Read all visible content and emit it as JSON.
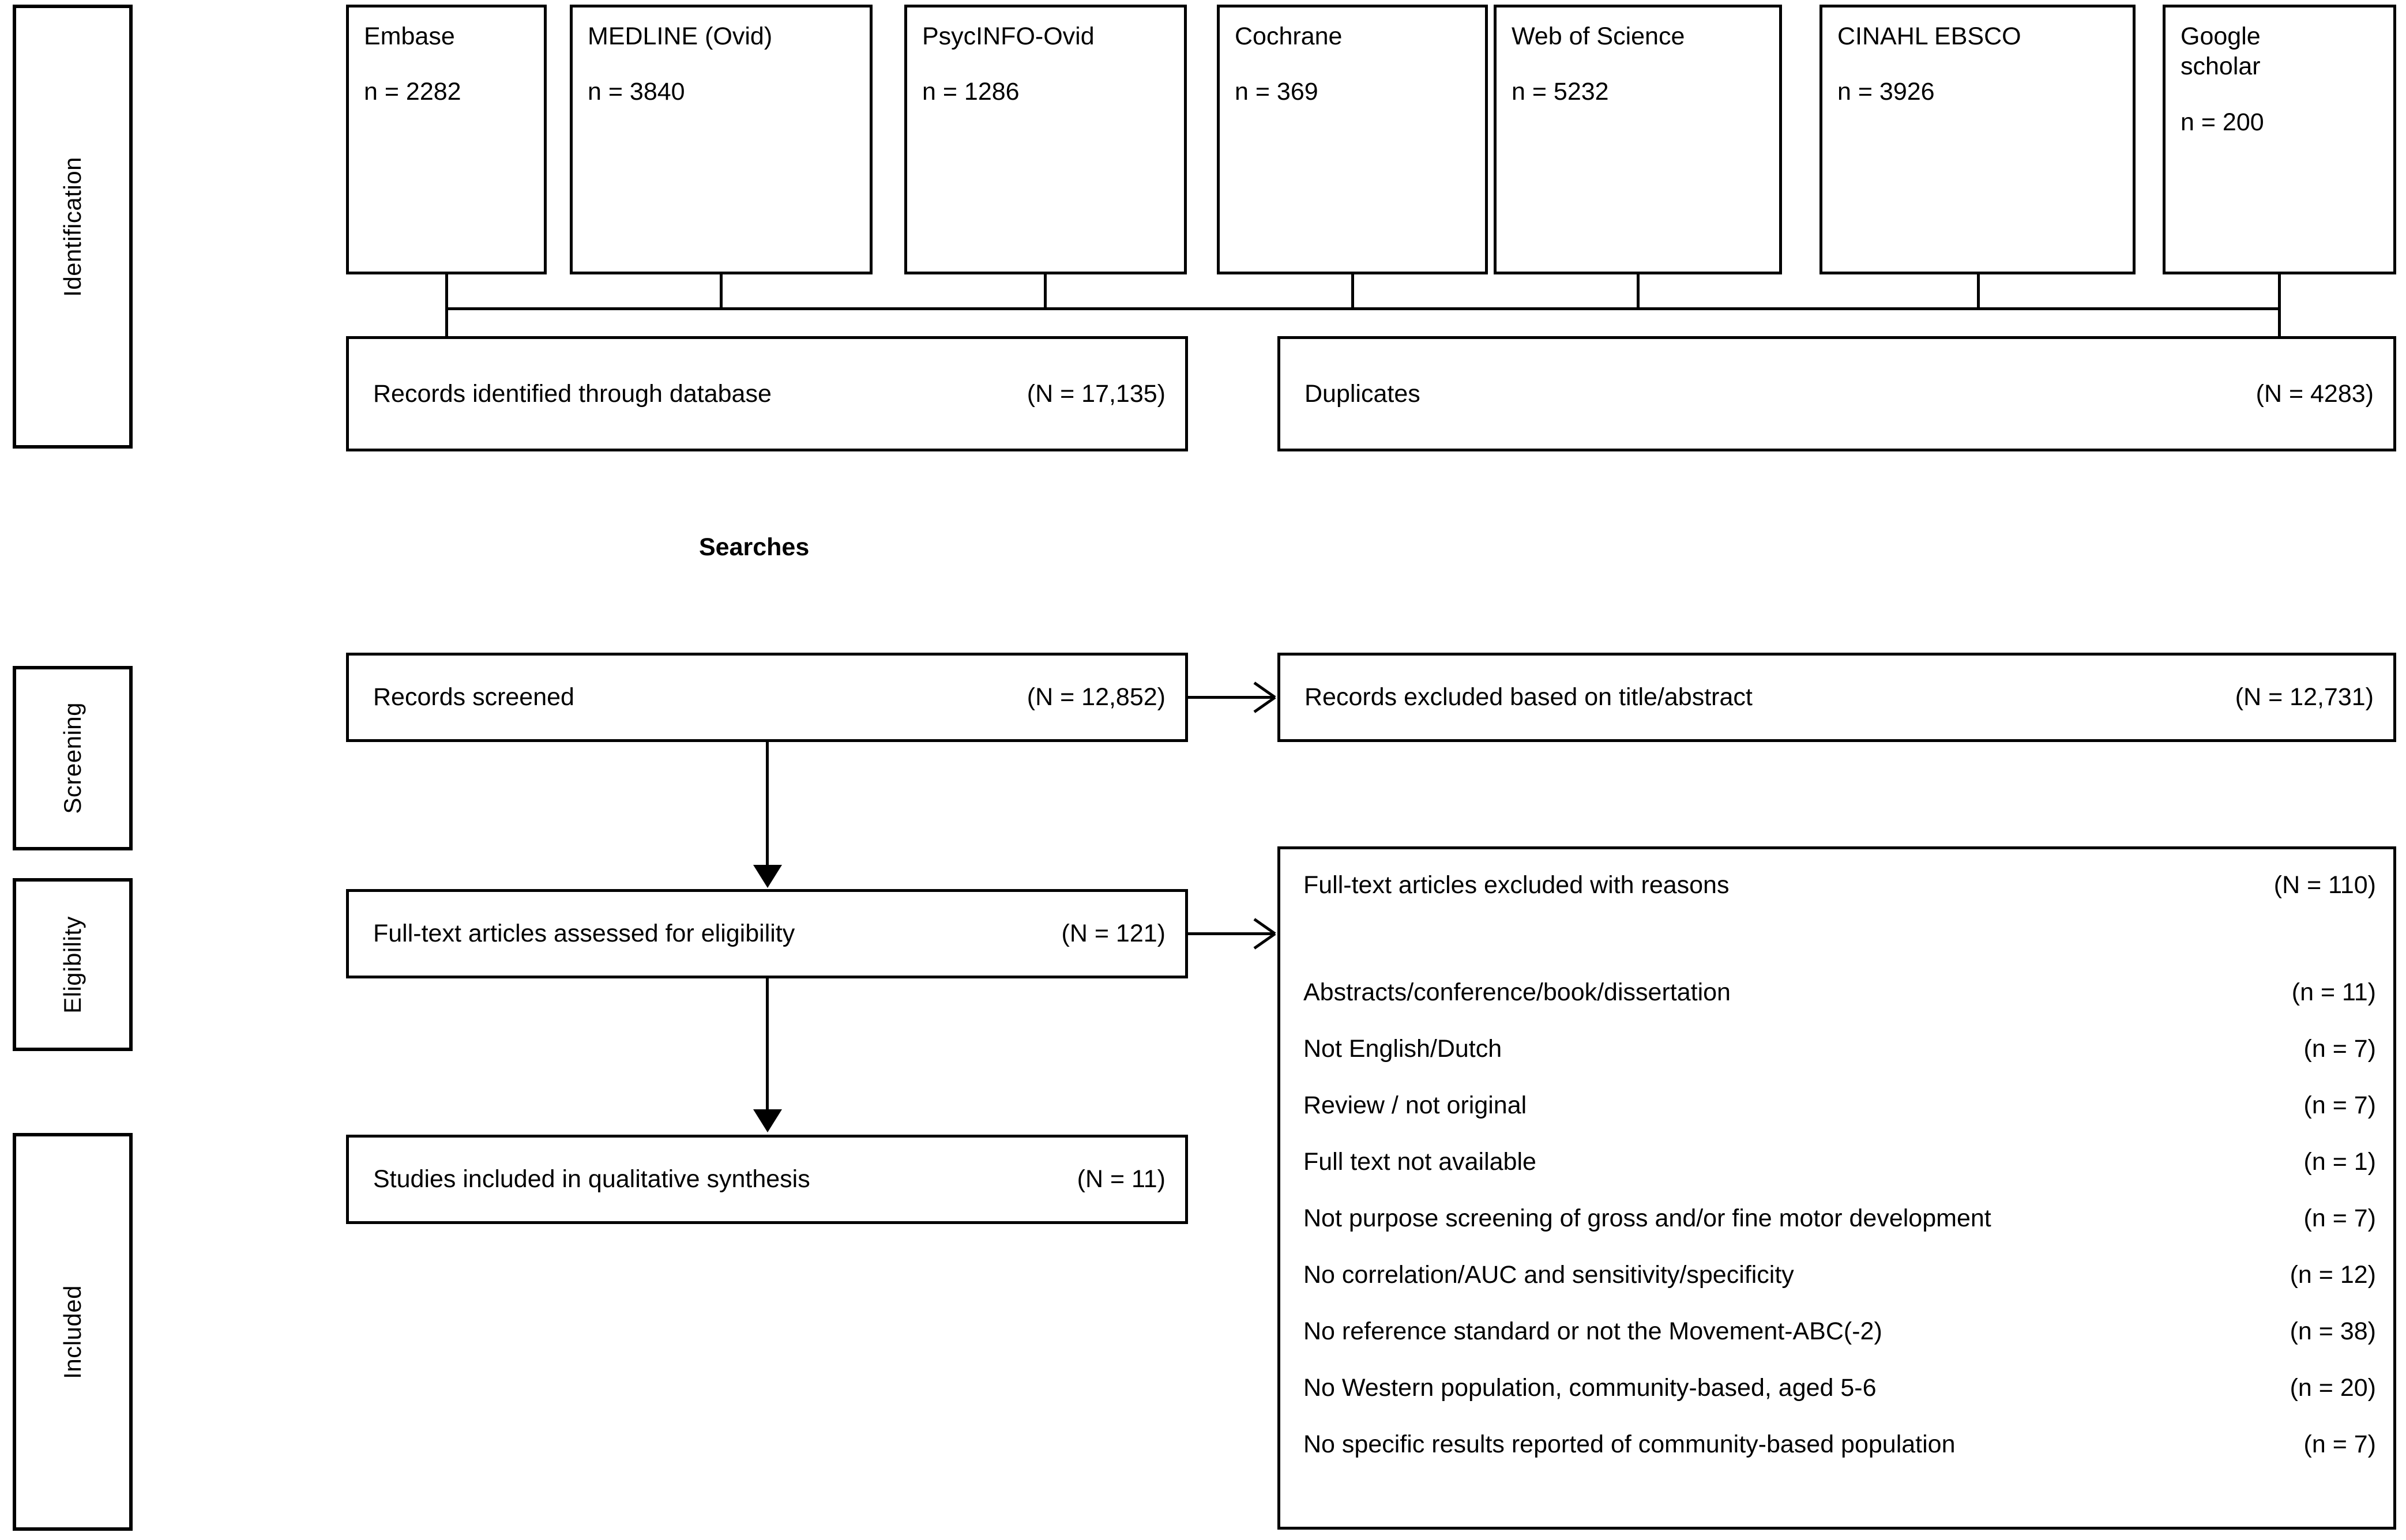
{
  "diagram": {
    "type": "prisma-flow-diagram",
    "caption": "Searches",
    "stages": [
      {
        "key": "identification",
        "label": "Identification"
      },
      {
        "key": "screening",
        "label": "Screening"
      },
      {
        "key": "eligibility",
        "label": "Eligibility"
      },
      {
        "key": "included",
        "label": "Included"
      }
    ],
    "sources": [
      {
        "name": "Embase",
        "count": "n = 2282"
      },
      {
        "name": "MEDLINE (Ovid)",
        "count": "n = 3840"
      },
      {
        "name": "PsycINFO-Ovid",
        "count": "n = 1286"
      },
      {
        "name": "Cochrane",
        "count": "n = 369"
      },
      {
        "name": "Web of Science",
        "count": "n = 5232"
      },
      {
        "name": "CINAHL EBSCO",
        "count": "n = 3926"
      },
      {
        "name": "Google\nscholar",
        "count": "n = 200"
      }
    ],
    "flow": {
      "identified": {
        "label": "Records identified through database",
        "count": "(N = 17,135)"
      },
      "duplicates": {
        "label": "Duplicates",
        "count": "(N = 4283)"
      },
      "screened": {
        "label": "Records screened",
        "count": "(N = 12,852)"
      },
      "excluded_title_abstract": {
        "label": "Records excluded based on title/abstract",
        "count": "(N = 12,731)"
      },
      "fulltext_assessed": {
        "label": "Full-text articles assessed for eligibility",
        "count": "(N = 121)"
      },
      "fulltext_excluded": {
        "label": "Full-text articles excluded with reasons",
        "count": "(N = 110)"
      },
      "included": {
        "label": "Studies included in qualitative synthesis",
        "count": "(N = 11)"
      }
    },
    "exclusion_reasons": [
      {
        "label": "Abstracts/conference/book/dissertation",
        "count": "(n = 11)"
      },
      {
        "label": "Not English/Dutch",
        "count": "(n = 7)"
      },
      {
        "label": "Review / not original",
        "count": "(n = 7)"
      },
      {
        "label": "Full text not available",
        "count": "(n = 1)"
      },
      {
        "label": "Not purpose screening of gross and/or fine motor development",
        "count": "(n = 7)"
      },
      {
        "label": "No correlation/AUC and sensitivity/specificity",
        "count": "(n = 12)"
      },
      {
        "label": "No reference standard or not the Movement-ABC(-2)",
        "count": "(n = 38)"
      },
      {
        "label": "No Western population, community-based, aged 5-6",
        "count": "(n = 20)"
      },
      {
        "label": "No specific results reported of community-based population",
        "count": "(n = 7)"
      }
    ],
    "colors": {
      "stroke": "#000000",
      "background": "#ffffff",
      "text": "#000000"
    }
  }
}
